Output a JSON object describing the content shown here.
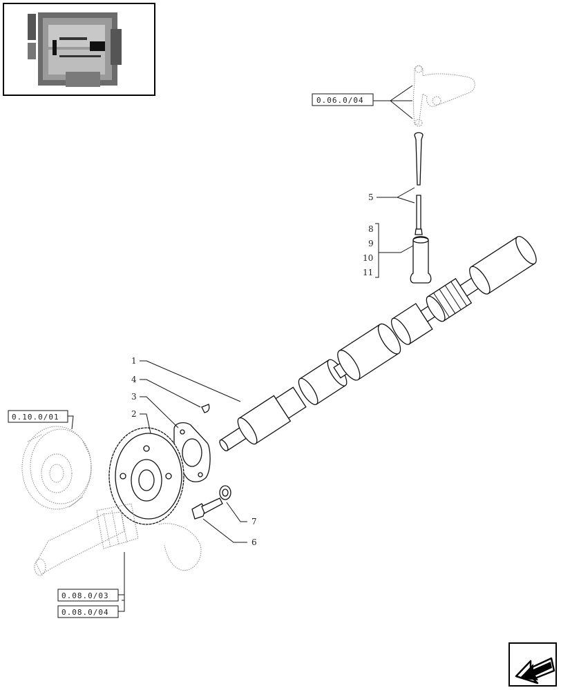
{
  "refs": {
    "rocker_ref": "0.06.0/04",
    "gear_ref": "0.10.0/01",
    "crank_ref_1": "0.08.0/03",
    "crank_ref_2": "0.08.0/04"
  },
  "callouts": {
    "c1": "1",
    "c2": "2",
    "c3": "3",
    "c4": "4",
    "c5": "5",
    "c6": "6",
    "c7": "7",
    "c8": "8",
    "c9": "9",
    "c10": "10",
    "c11": "11"
  },
  "icons": {
    "thumbnail": "engine-thumbnail-icon",
    "nav": "next-page-arrow-icon"
  }
}
